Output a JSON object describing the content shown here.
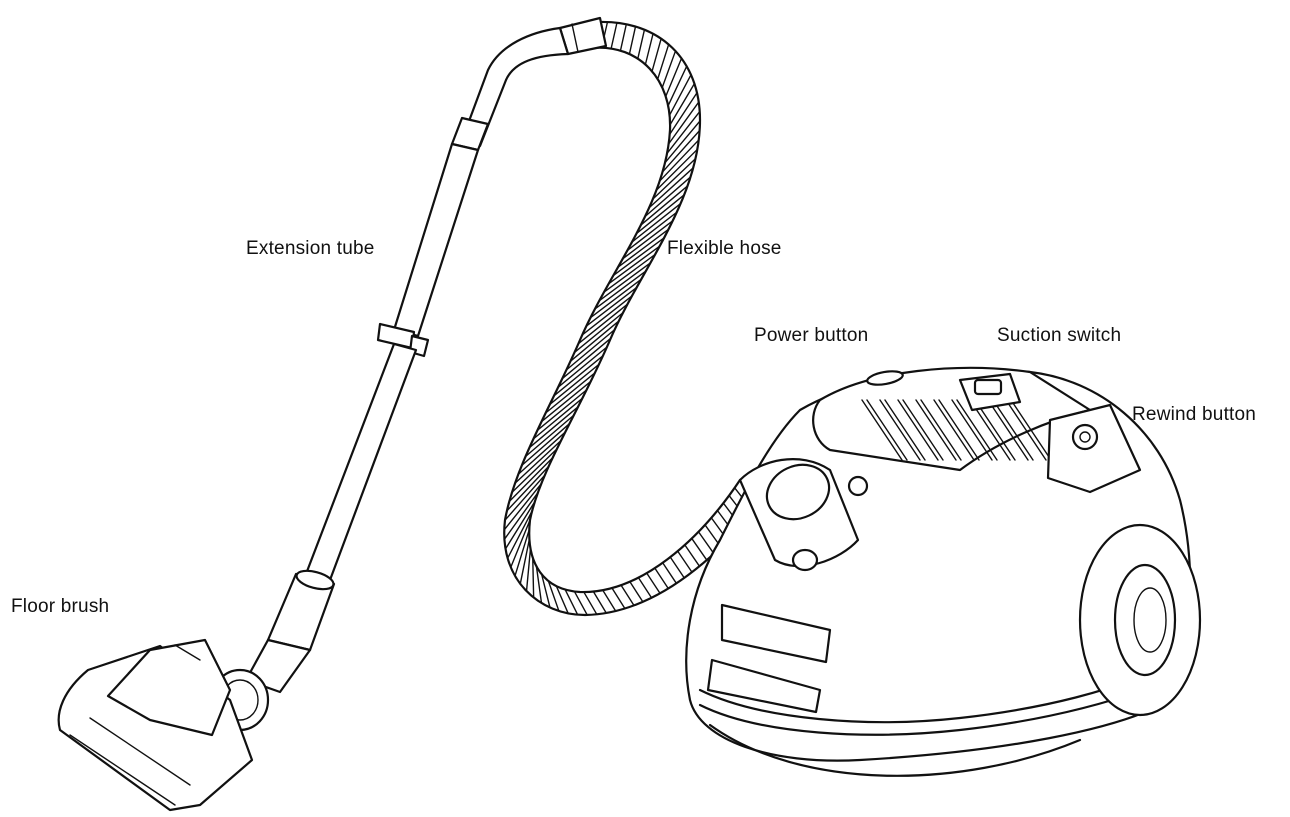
{
  "labels": {
    "extension_tube": "Extension tube",
    "flexible_hose": "Flexible hose",
    "power_button": "Power button",
    "suction_switch": "Suction switch",
    "rewind_button": "Rewind button",
    "floor_brush": "Floor brush"
  },
  "colors": {
    "line": "#111111",
    "background": "#ffffff"
  }
}
